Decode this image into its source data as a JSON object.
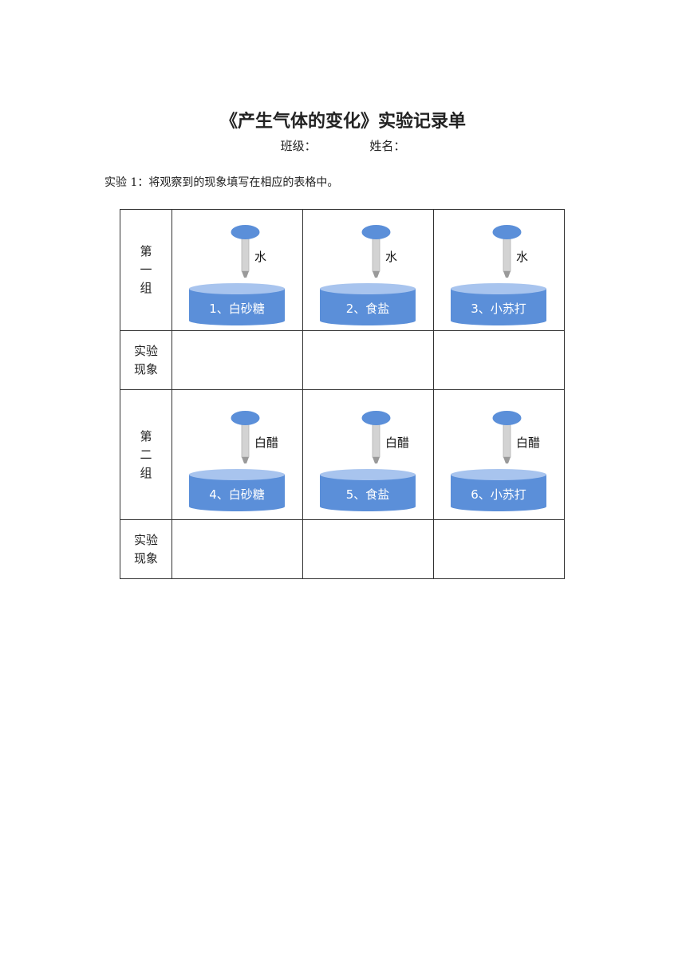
{
  "title": "《产生气体的变化》实验记录单",
  "class_label": "班级：",
  "name_label": "姓名：",
  "instruction": "实验 1：将观察到的现象填写在相应的表格中。",
  "colors": {
    "cylinder_body": "#5b8fd9",
    "cylinder_top": "#a8c4ee",
    "bulb": "#5b8fd9",
    "dropper_tube": "#d3d3d3"
  },
  "groups": [
    {
      "label": "第一组",
      "liquid": "水",
      "observation_label": "实验现象",
      "substances": [
        "1、白砂糖",
        "2、食盐",
        "3、小苏打"
      ]
    },
    {
      "label": "第二组",
      "liquid": "白醋",
      "observation_label": "实验现象",
      "substances": [
        "4、白砂糖",
        "5、食盐",
        "6、小苏打"
      ]
    }
  ]
}
